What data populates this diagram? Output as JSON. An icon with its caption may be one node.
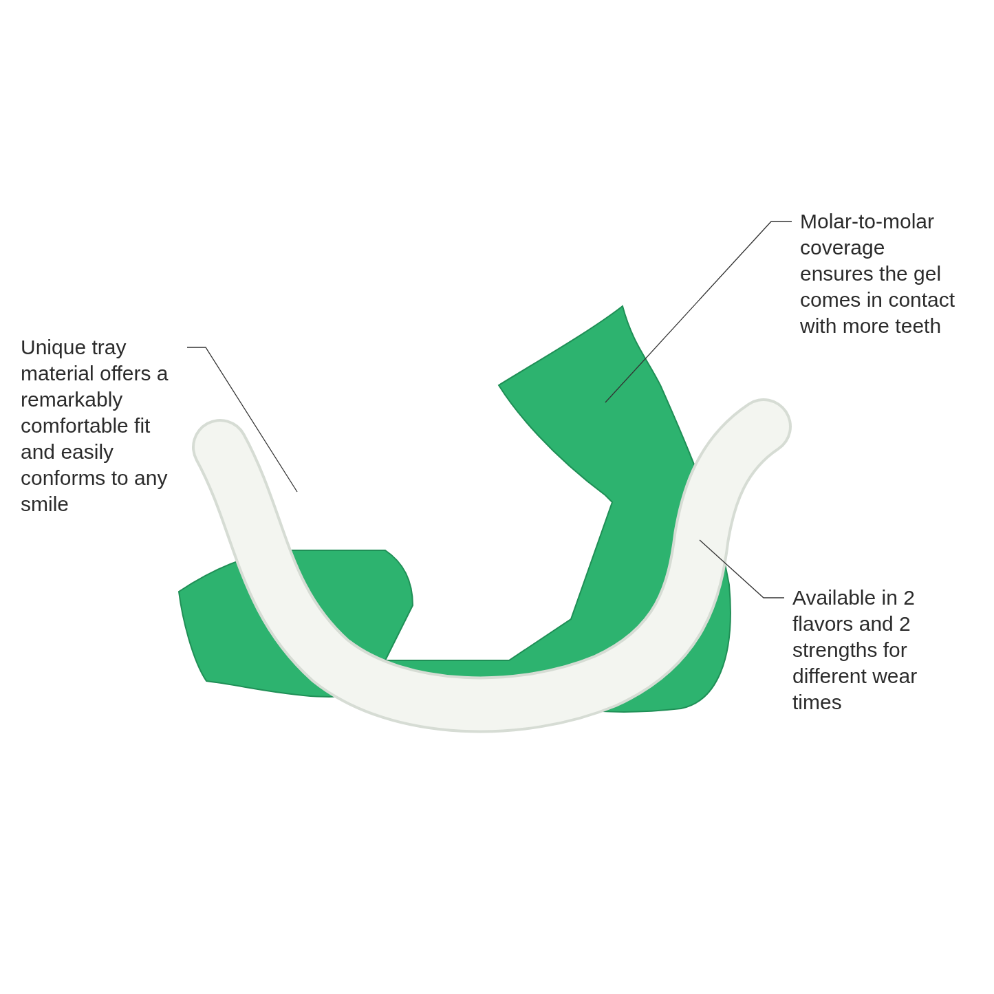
{
  "diagram": {
    "nodes": [
      {
        "text": [
          "Molar-to-molar coverage ensures the gel comes in contact with more teeth"
        ]
      },
      {
        "text": [
          "Unique tray material offers a remarkably comfortable fit and easily conforms to any smile"
        ]
      },
      {
        "text": [
          "Available in 2 flavors and 2 strengths for different wear times"
        ]
      },
      {
        "text": [],
        "shape": "picture"
      },
      {
        "text": [],
        "shape": "picture"
      }
    ],
    "edges": [
      {
        "from": 0,
        "to": 3,
        "arrow": "none"
      },
      {
        "from": 1,
        "to": 4,
        "arrow": "none"
      },
      {
        "from": 2,
        "to": 4,
        "arrow": "none"
      }
    ]
  }
}
